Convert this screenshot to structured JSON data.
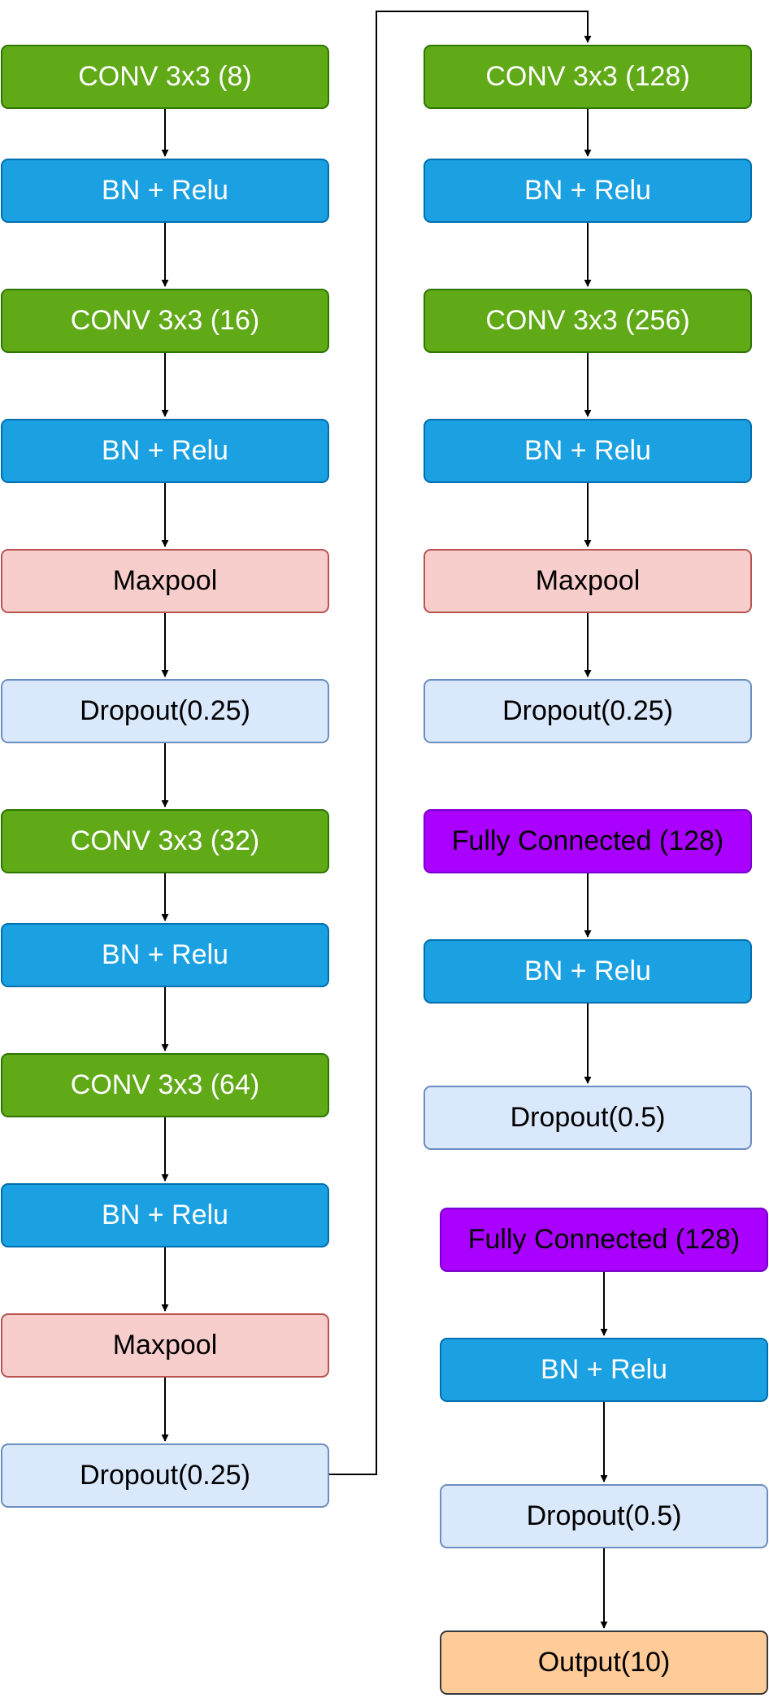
{
  "diagram": {
    "colors": {
      "conv_fill": "#60a917",
      "bn_fill": "#1ba1e2",
      "maxpool_fill": "#f8cecc",
      "dropout_fill": "#dae8fc",
      "fc_fill": "#aa00ff",
      "output_fill": "#ffcc99",
      "edge": "#000000"
    },
    "left_column": [
      {
        "label": "CONV 3x3 (8)"
      },
      {
        "label": "BN + Relu"
      },
      {
        "label": "CONV 3x3 (16)"
      },
      {
        "label": "BN + Relu"
      },
      {
        "label": "Maxpool"
      },
      {
        "label": "Dropout(0.25)"
      },
      {
        "label": "CONV 3x3 (32)"
      },
      {
        "label": "BN + Relu"
      },
      {
        "label": "CONV 3x3 (64)"
      },
      {
        "label": "BN + Relu"
      },
      {
        "label": "Maxpool"
      },
      {
        "label": "Dropout(0.25)"
      }
    ],
    "right_column": [
      {
        "label": "CONV 3x3 (128)"
      },
      {
        "label": "BN + Relu"
      },
      {
        "label": "CONV 3x3 (256)"
      },
      {
        "label": "BN + Relu"
      },
      {
        "label": "Maxpool"
      },
      {
        "label": "Dropout(0.25)"
      },
      {
        "label": "Fully Connected (128)"
      },
      {
        "label": "BN + Relu"
      },
      {
        "label": "Dropout(0.5)"
      }
    ],
    "bottom_column": [
      {
        "label": "Fully Connected (128)"
      },
      {
        "label": "BN + Relu"
      },
      {
        "label": "Dropout(0.5)"
      },
      {
        "label": "Output(10)"
      }
    ]
  }
}
